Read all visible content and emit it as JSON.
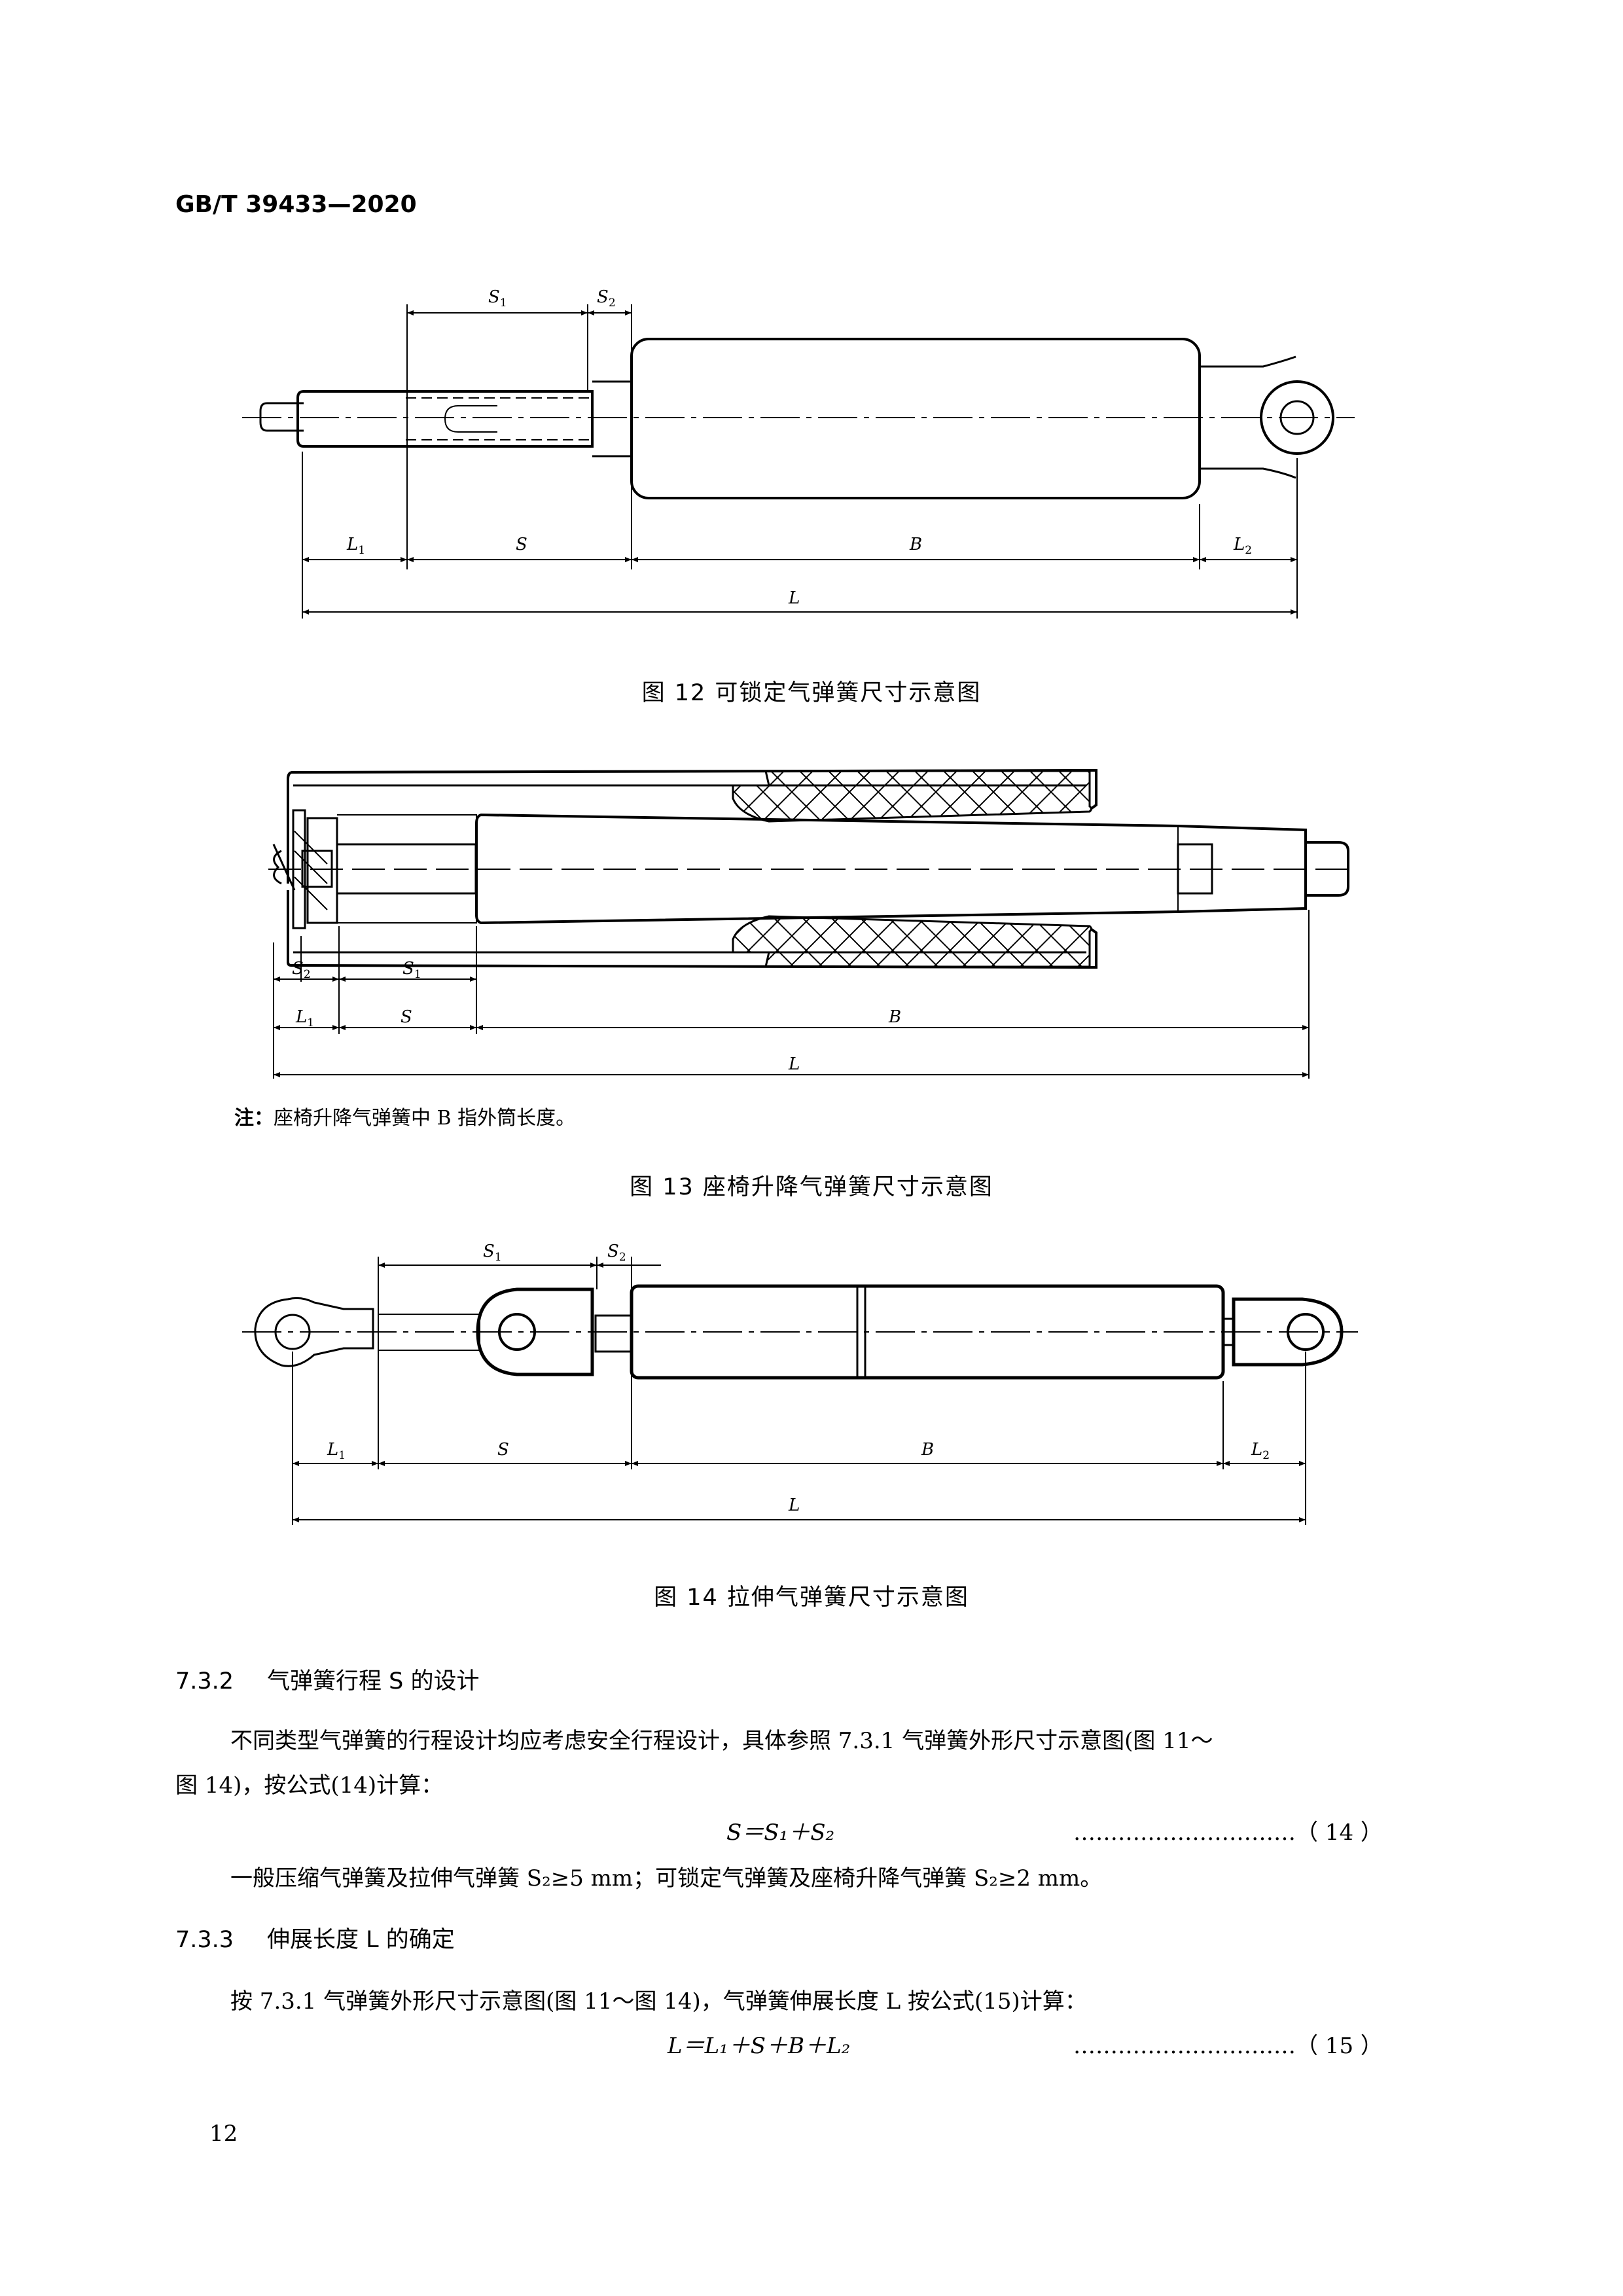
{
  "header": {
    "standard_code": "GB/T  39433—2020"
  },
  "figure12": {
    "caption": "图 12  可锁定气弹簧尺寸示意图",
    "labels": {
      "s1": "S",
      "s1_sub": "1",
      "s2": "S",
      "s2_sub": "2",
      "l1": "L",
      "l1_sub": "1",
      "s": "S",
      "b": "B",
      "l2": "L",
      "l2_sub": "2",
      "l": "L"
    }
  },
  "figure13": {
    "caption": "图 13  座椅升降气弹簧尺寸示意图",
    "labels": {
      "s2": "S",
      "s2_sub": "2",
      "s1": "S",
      "s1_sub": "1",
      "l1": "L",
      "l1_sub": "1",
      "s": "S",
      "b": "B",
      "l": "L"
    },
    "note_label": "注：",
    "note_text": "座椅升降气弹簧中 B 指外筒长度。"
  },
  "figure14": {
    "caption": "图 14  拉伸气弹簧尺寸示意图",
    "labels": {
      "s1": "S",
      "s1_sub": "1",
      "s2": "S",
      "s2_sub": "2",
      "l1": "L",
      "l1_sub": "1",
      "s": "S",
      "b": "B",
      "l2": "L",
      "l2_sub": "2",
      "l": "L"
    }
  },
  "section_732": {
    "number": "7.3.2",
    "title": "气弹簧行程 S 的设计",
    "para1_line1": "不同类型气弹簧的行程设计均应考虑安全行程设计，具体参照 7.3.1 气弹簧外形尺寸示意图(图 11～",
    "para1_line2": "图 14)，按公式(14)计算：",
    "formula": "S＝S₁＋S₂",
    "formula_number": "…………………………（ 14 ）",
    "para2": "一般压缩气弹簧及拉伸气弹簧 S₂≥5 mm；可锁定气弹簧及座椅升降气弹簧 S₂≥2 mm。"
  },
  "section_733": {
    "number": "7.3.3",
    "title": "伸展长度 L 的确定",
    "para1": "按 7.3.1 气弹簧外形尺寸示意图(图 11～图 14)，气弹簧伸展长度 L 按公式(15)计算：",
    "formula": "L＝L₁＋S＋B＋L₂",
    "formula_number": "…………………………（ 15 ）"
  },
  "page_number": "12"
}
